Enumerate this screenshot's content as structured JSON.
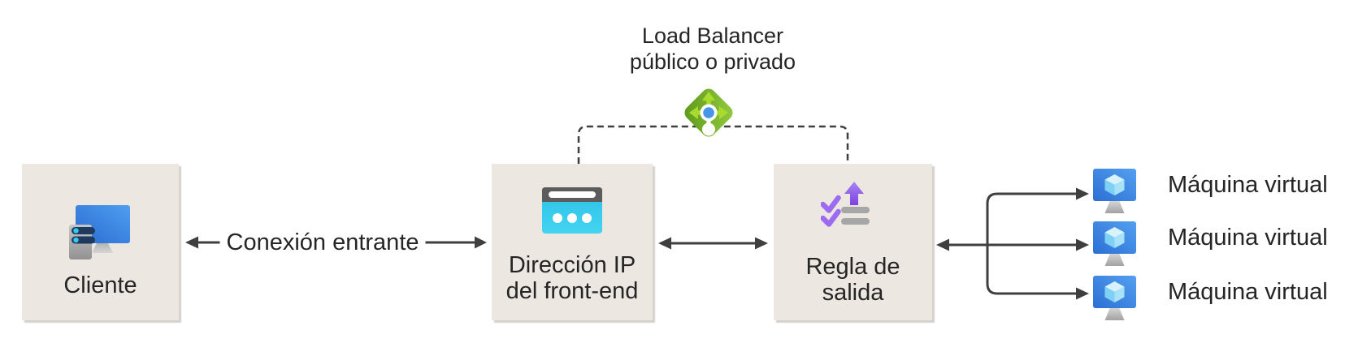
{
  "diagram": {
    "title": {
      "line1": "Load Balancer",
      "line2": "público o privado"
    },
    "nodes": {
      "client": {
        "label": "Cliente"
      },
      "frontend_ip": {
        "label_line1": "Dirección IP",
        "label_line2": "del front-end"
      },
      "outbound_rule": {
        "label_line1": "Regla de",
        "label_line2": "salida"
      }
    },
    "connections": {
      "inbound_label": "Conexión entrante"
    },
    "vms": [
      {
        "label": "Máquina virtual"
      },
      {
        "label": "Máquina virtual"
      },
      {
        "label": "Máquina virtual"
      }
    ],
    "colors": {
      "canvas_bg": "#ffffff",
      "node_bg": "#ede7e1",
      "arrow": "#3f3f3f",
      "text": "#252525",
      "lb_green_dark": "#649f1e",
      "lb_green_light": "#8fc73d",
      "lb_arrow_green": "#a9db2f",
      "lb_center_blue": "#4795e8",
      "browser_header_gray": "#5c5c5c",
      "browser_body_cyan": "#31c7ea",
      "check_purple": "#9c6bf2",
      "rule_bar_gray": "#a6a6a6",
      "monitor_blue_dark": "#2a6bd0",
      "monitor_blue_light": "#4f9ef0",
      "cube_blue_light": "#d9f3fd",
      "tower_navy_slot": "#1e3a5f",
      "slot_dot_cyan": "#36c9ee"
    }
  }
}
